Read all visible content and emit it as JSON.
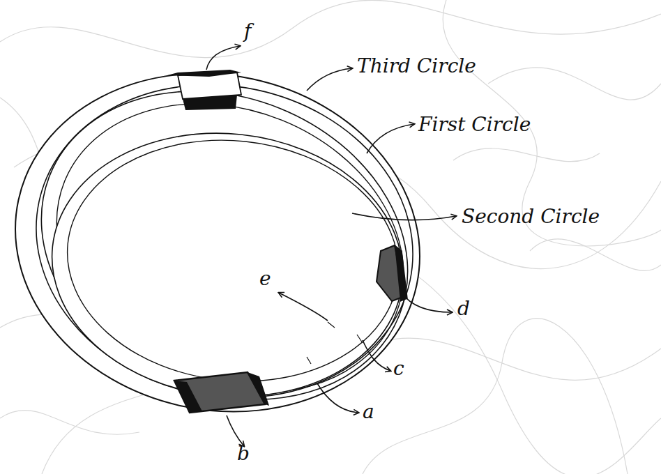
{
  "diagram": {
    "labels": [
      "f",
      "Third Circle",
      "First Circle",
      "Second Circle",
      "e",
      "d",
      "c",
      "a",
      "b"
    ]
  }
}
